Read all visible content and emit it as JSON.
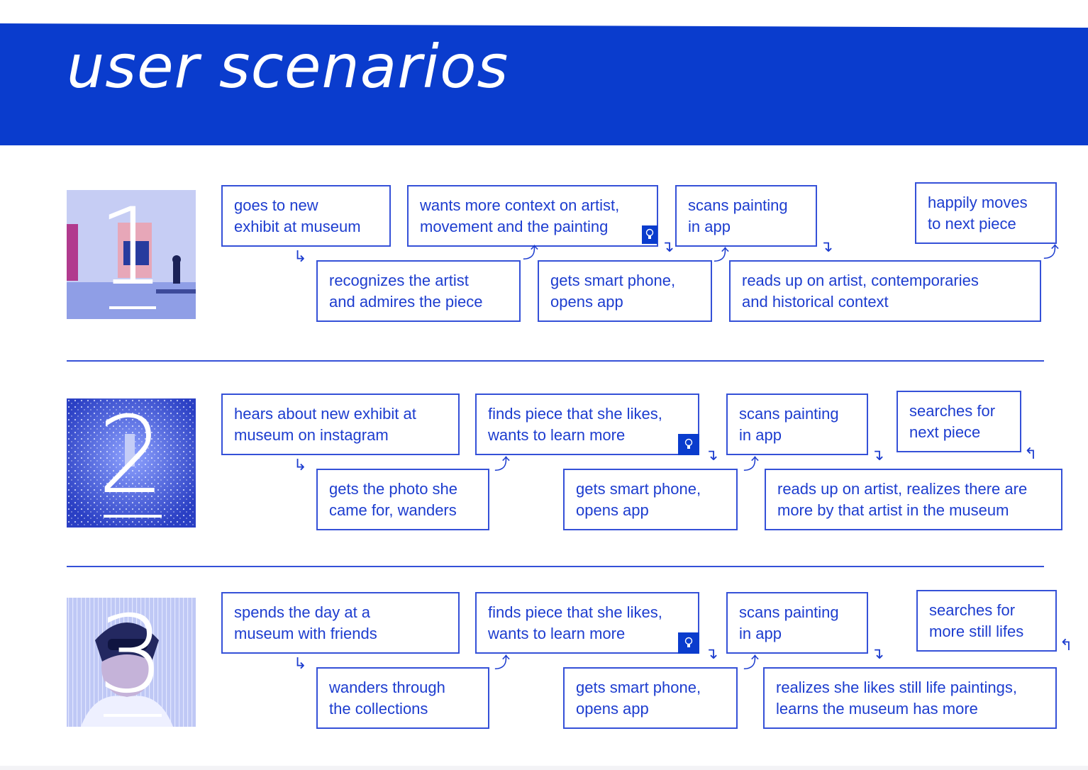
{
  "title": "user scenarios",
  "colors": {
    "brand_blue": "#0a3ccd",
    "box_border": "#3551d8",
    "text": "#1d3dcf"
  },
  "scenarios": [
    {
      "number": "1",
      "steps": [
        "goes to new\nexhibit at museum",
        "recognizes the artist\nand admires the piece",
        "wants more context on artist,\nmovement and the painting",
        "gets smart phone,\nopens app",
        "scans painting\nin app",
        "reads up on artist, contemporaries\nand historical context",
        "happily moves\nto next piece"
      ]
    },
    {
      "number": "2",
      "steps": [
        "hears about new exhibit at\nmuseum on instagram",
        "gets the photo she\ncame for, wanders",
        "finds piece that she likes,\nwants to learn more",
        "gets smart phone,\nopens app",
        "scans painting\nin app",
        "reads up on artist, realizes there are\nmore by that artist in the museum",
        "searches for\nnext piece"
      ]
    },
    {
      "number": "3",
      "steps": [
        "spends the day at a\nmuseum with friends",
        "wanders through\nthe collections",
        "finds piece that she likes,\nwants to learn more",
        "gets smart phone,\nopens app",
        "scans painting\nin app",
        "realizes she likes still life paintings,\nlearns the museum has more",
        "searches for\nmore still lifes"
      ]
    }
  ],
  "icons": {
    "idea": "lightbulb-icon",
    "flow": "arrow-icon"
  }
}
